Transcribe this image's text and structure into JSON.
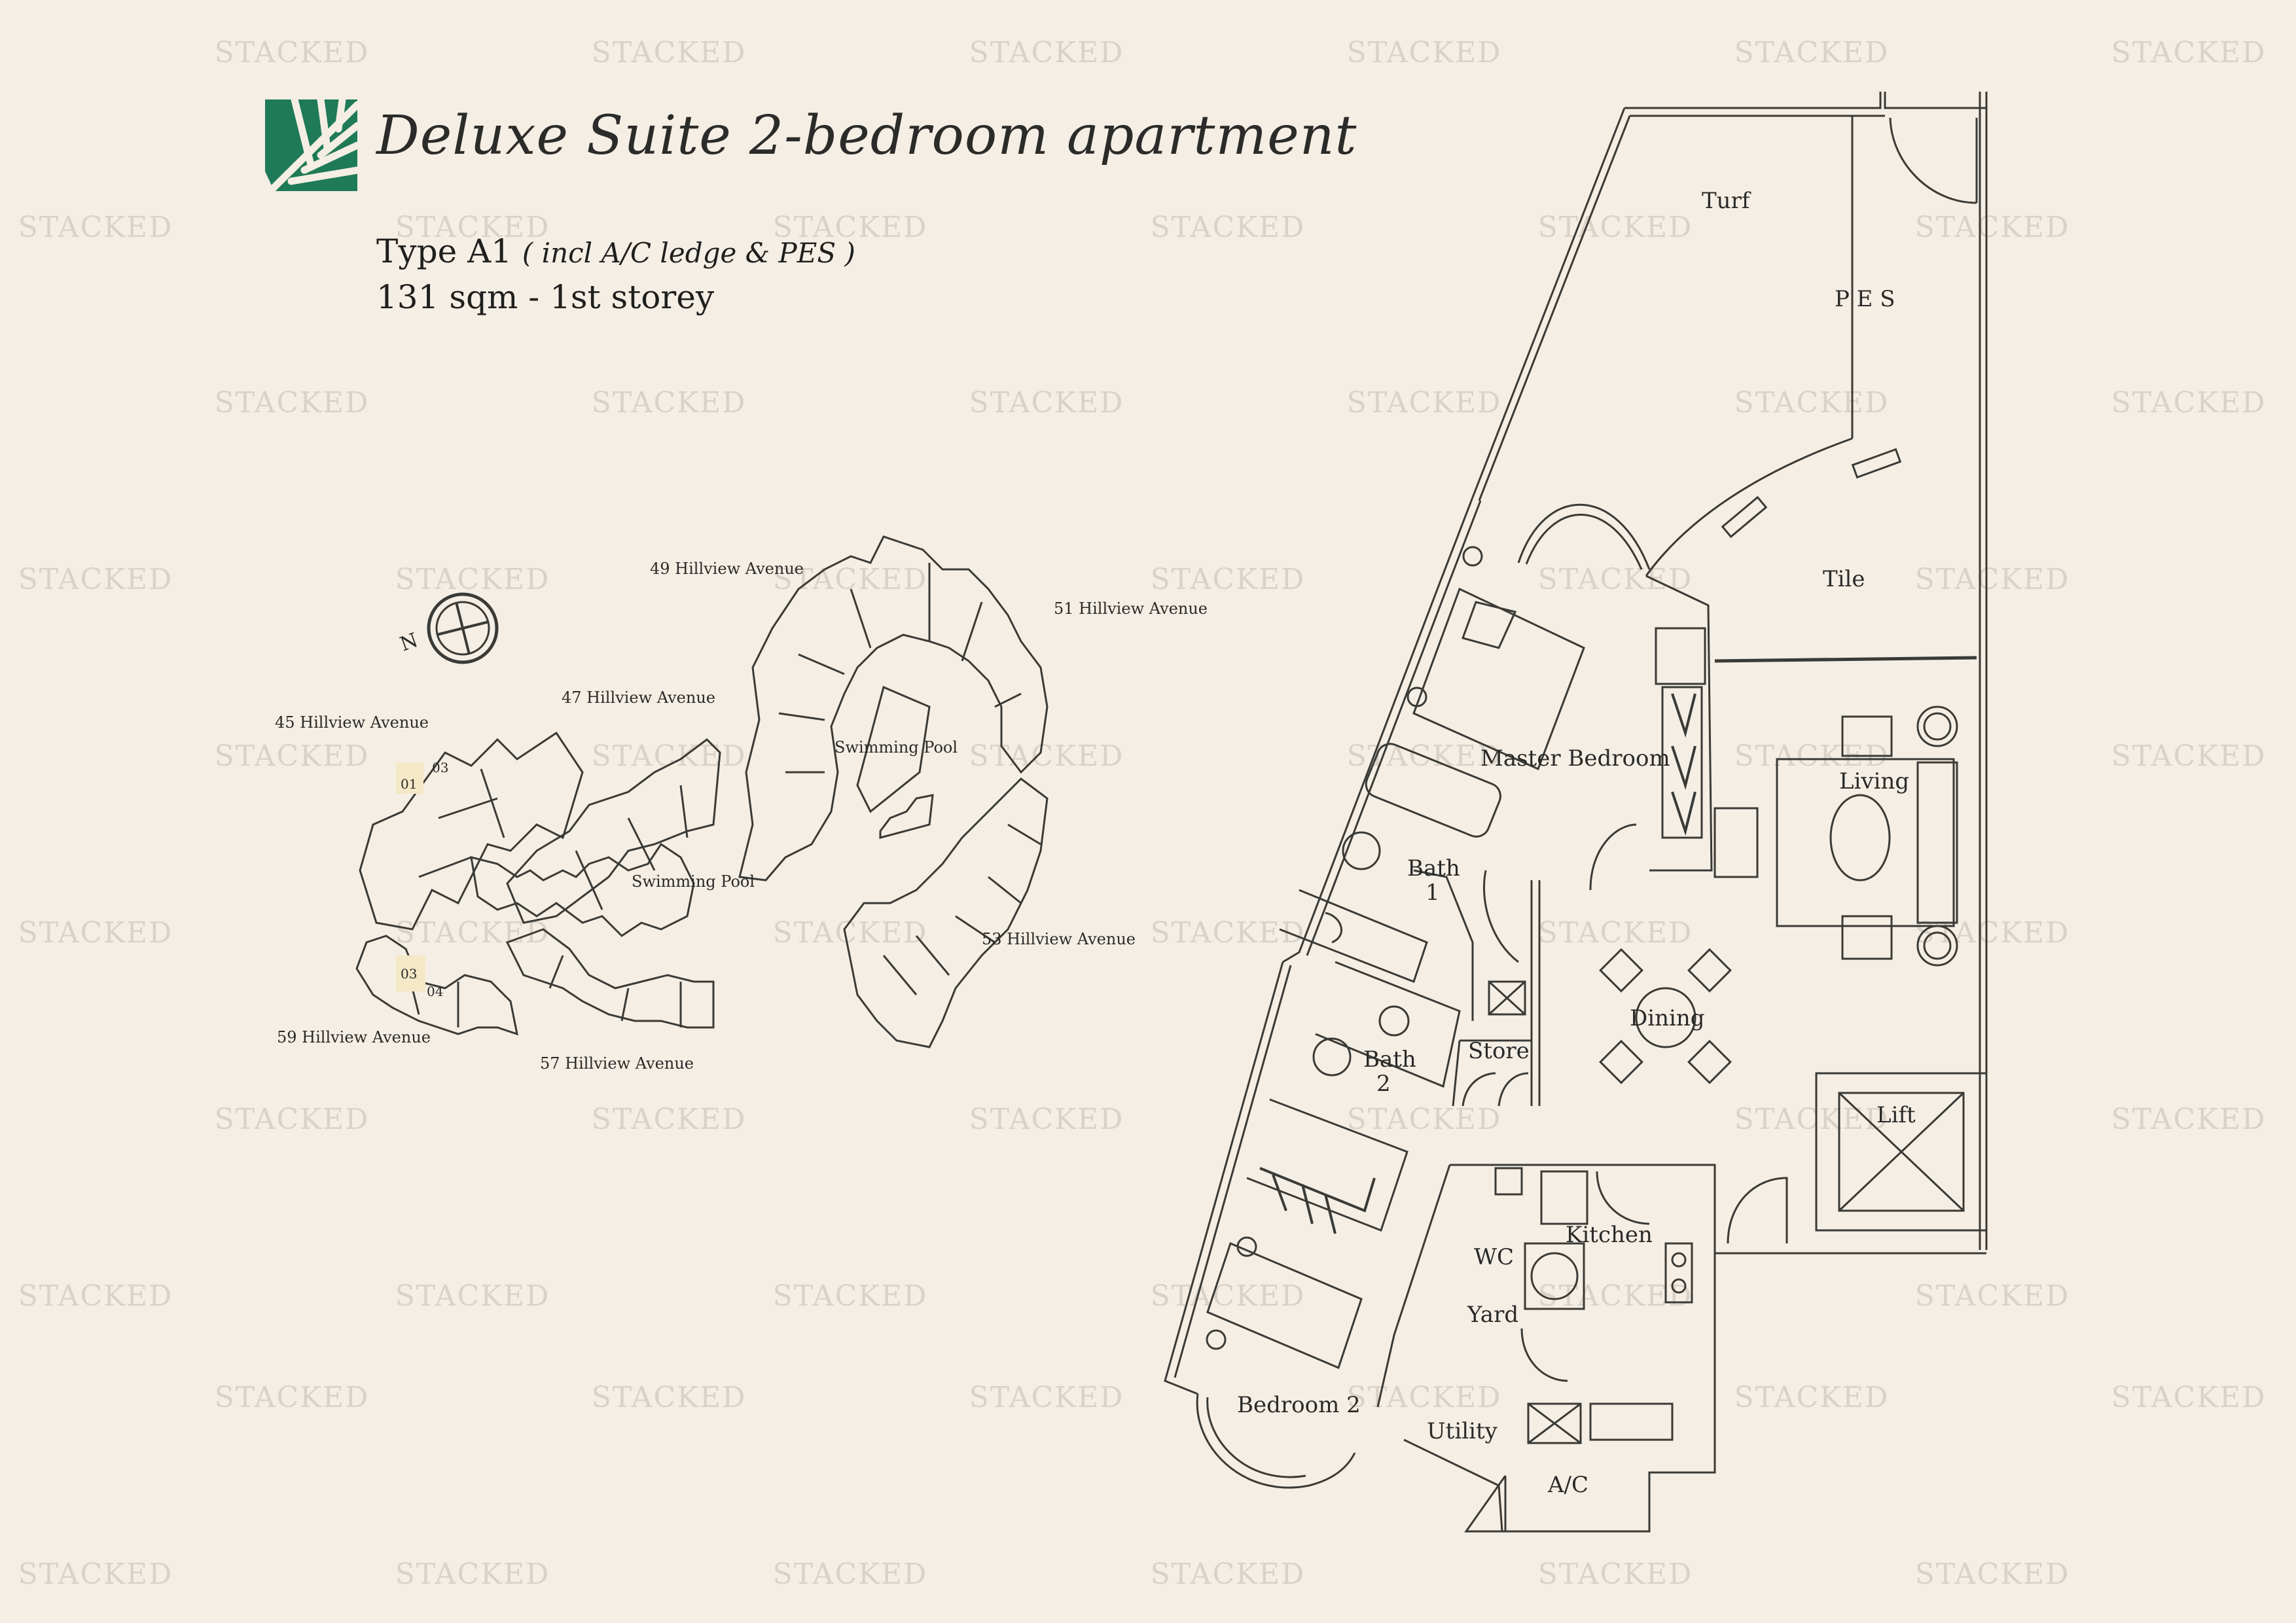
{
  "header": {
    "title": "Deluxe Suite 2-bedroom apartment",
    "type_label": "Type A1",
    "type_note": "( incl A/C ledge & PES )",
    "size_line": "131 sqm - 1st storey",
    "logo_icon": "palm-leaf-icon",
    "brand_color": "#1f7a57"
  },
  "watermark": {
    "text": "STACKED",
    "color": "#d9d2c8"
  },
  "site_plan": {
    "north_label": "N",
    "compass_icon": "compass-icon",
    "blocks": [
      "45 Hillview Avenue",
      "47 Hillview Avenue",
      "49 Hillview Avenue",
      "51 Hillview Avenue",
      "53 Hillview Avenue",
      "57 Hillview Avenue",
      "59 Hillview Avenue"
    ],
    "pools": [
      "Swimming Pool",
      "Swimming Pool"
    ],
    "unit_markers_top": [
      "01",
      "03"
    ],
    "unit_markers_bottom": [
      "03",
      "04"
    ]
  },
  "floor_plan": {
    "rooms": {
      "turf": "Turf",
      "pes": "P E S",
      "tile": "Tile",
      "master_bedroom": "Master Bedroom",
      "living": "Living",
      "bath1_a": "Bath",
      "bath1_b": "1",
      "dining": "Dining",
      "store": "Store",
      "bath2_a": "Bath",
      "bath2_b": "2",
      "lift": "Lift",
      "kitchen": "Kitchen",
      "wc": "WC",
      "yard": "Yard",
      "bedroom2": "Bedroom 2",
      "utility": "Utility",
      "ac": "A/C"
    }
  }
}
